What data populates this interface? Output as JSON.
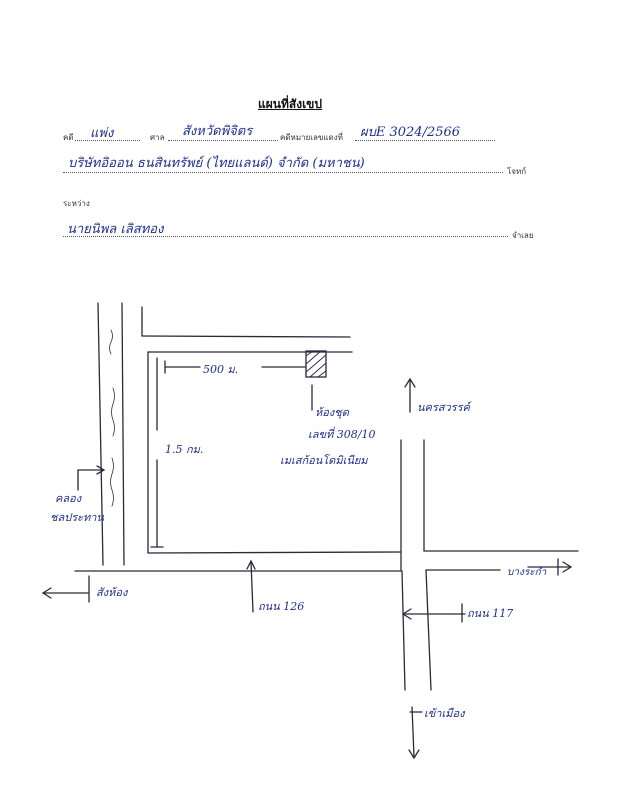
{
  "title": "แผนที่สังเขป",
  "case_label": "คดี",
  "case_type": "แพ่ง",
  "court_label": "ศาล",
  "court_name": "สังหวัดพิจิตร",
  "case_no_label": "คดีหมายเลขแดงที่",
  "case_no_value": "ผบE 3024/2566",
  "plaintiff_name": "บริษัทอิออน ธนสินทรัพย์ (ไทยแลนด์) จำกัด (มหาชน)",
  "plaintiff_label": "โจทก์",
  "between_label": "ระหว่าง",
  "defendant_name": "นายนิพล เลิสทอง",
  "defendant_label": "จำเลย",
  "map": {
    "dist_horizontal": "500 ม.",
    "dist_vertical": "1.5 กม.",
    "property_line1": "ห้องชุด",
    "property_line2": "เลขที่ 308/10",
    "property_line3": "เมเสก้อนโดมิเนียม",
    "north_label": "นครสวรรค์",
    "canal_line1": "คลอง",
    "canal_line2": "ชลประทาน",
    "west_label": "สังห้อง",
    "road_main": "ถนน 126",
    "east_label": "บางระกำ",
    "road_side": "ถนน 117",
    "south_label": "เข้าเมือง"
  }
}
